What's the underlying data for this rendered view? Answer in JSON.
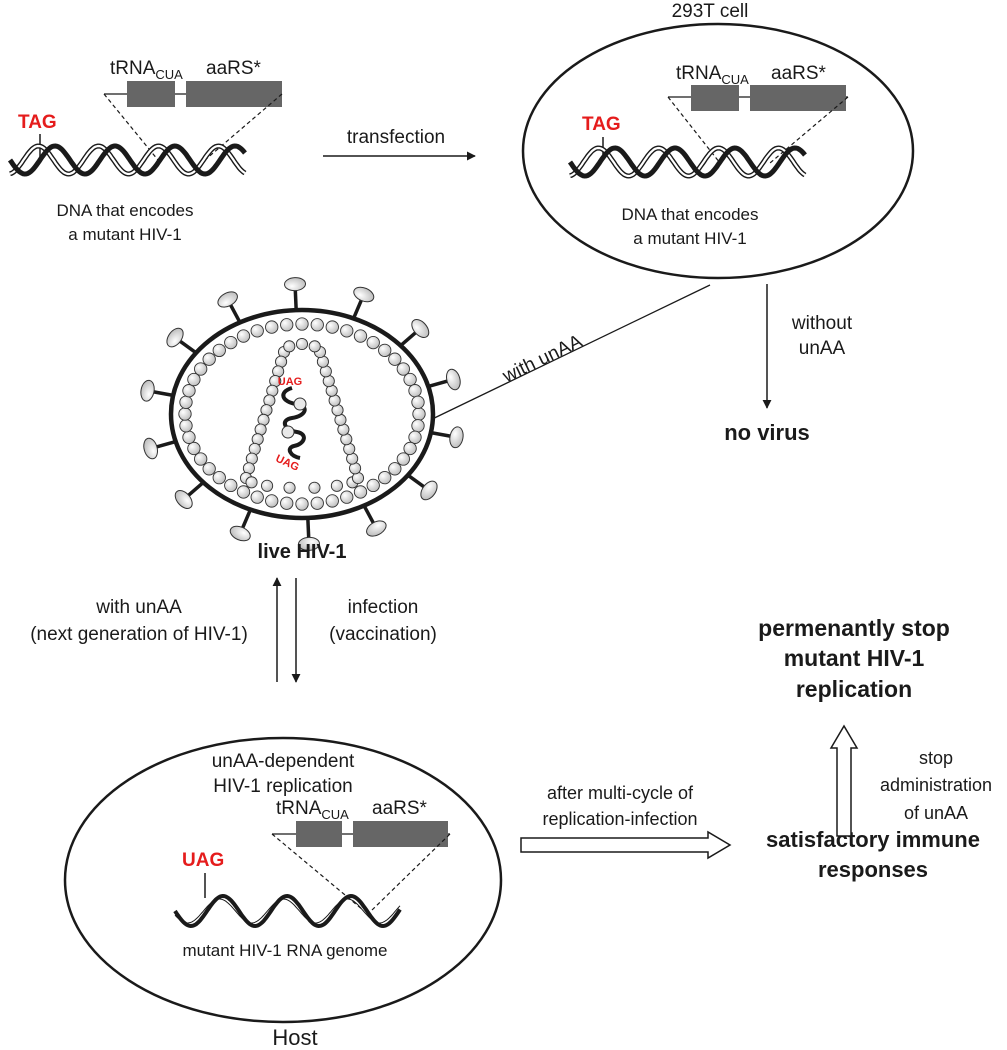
{
  "colors": {
    "ink": "#1a1a1a",
    "highlight": "#e51c1c",
    "gene_box": "#666666",
    "virion_knob": "#d9d9d9"
  },
  "constructs": {
    "trna_main": "tRNA",
    "trna_sub": "CUA",
    "aars": "aaRS*"
  },
  "panel_dna": {
    "codon": "TAG",
    "caption_line1": "DNA that encodes",
    "caption_line2": "a mutant HIV-1"
  },
  "transfection": {
    "label": "transfection"
  },
  "cell": {
    "title": "293T cell",
    "codon": "TAG",
    "caption_line1": "DNA that encodes",
    "caption_line2": "a mutant HIV-1"
  },
  "with_unaa_arrow": {
    "label": "with unAA"
  },
  "without_unaa_arrow": {
    "line1": "without",
    "line2": "unAA"
  },
  "no_virus": "no virus",
  "virion": {
    "codon_top": "UAG",
    "codon_bottom": "UAG",
    "caption": "live HIV-1"
  },
  "cycle": {
    "left_line1": "with unAA",
    "left_line2": "(next generation of HIV-1)",
    "right_line1": "infection",
    "right_line2": "(vaccination)"
  },
  "host": {
    "title_line1": "unAA-dependent",
    "title_line2": "HIV-1 replication",
    "codon": "UAG",
    "genome_caption": "mutant HIV-1 RNA genome",
    "label": "Host"
  },
  "multi_cycle": {
    "line1": "after multi-cycle of",
    "line2": "replication-infection"
  },
  "immune": {
    "line1": "satisfactory immune",
    "line2": "responses"
  },
  "stop_admin": {
    "line1": "stop",
    "line2": "administration",
    "line3": "of unAA"
  },
  "outcome": {
    "line1": "permenantly stop",
    "line2": "mutant HIV-1",
    "line3": "replication"
  }
}
